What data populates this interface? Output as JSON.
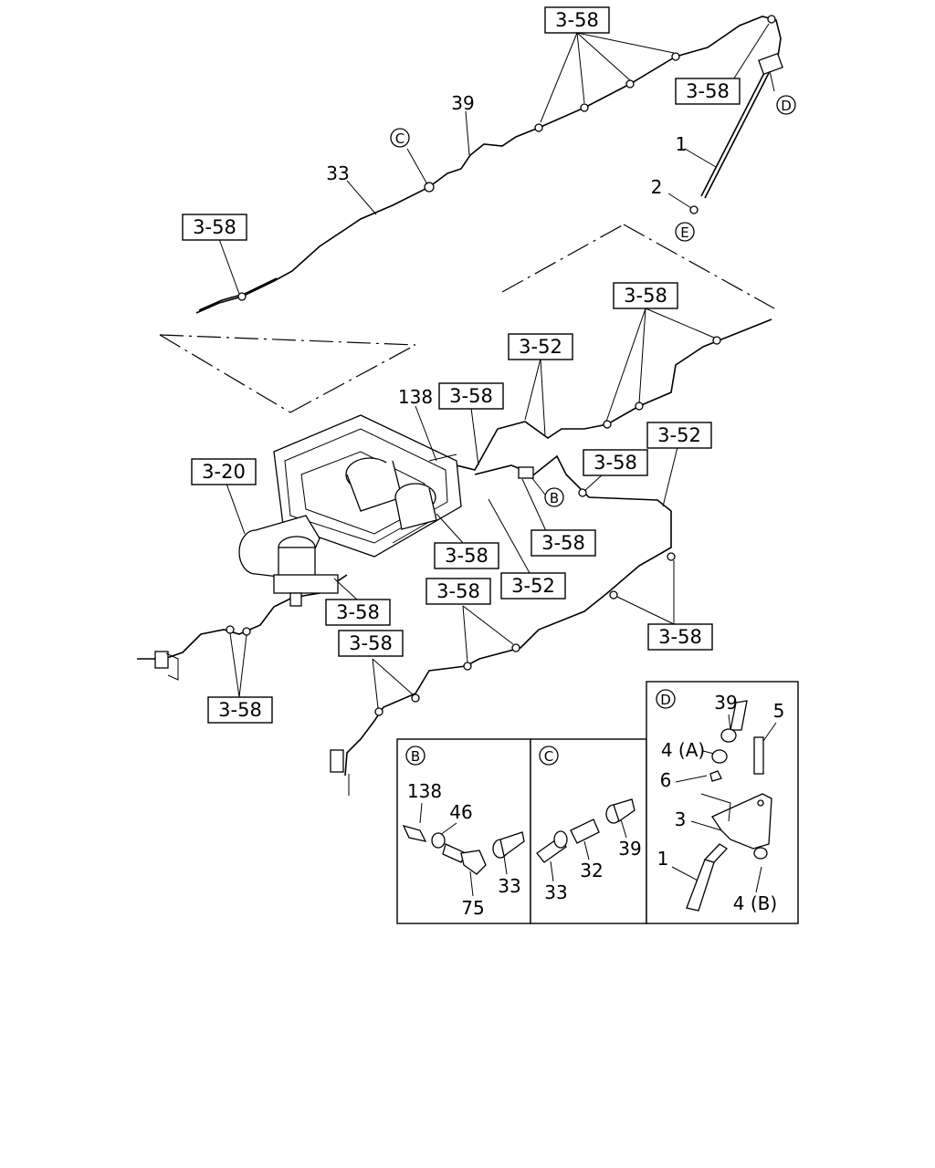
{
  "refs": {
    "r1": "3-58",
    "r2": "3-58",
    "r3": "3-58",
    "r4": "3-58",
    "r5": "3-52",
    "r6": "3-58",
    "r7": "3-20",
    "r8": "3-52",
    "r9": "3-58",
    "r10": "3-58",
    "r11": "3-58",
    "r12": "3-52",
    "r13": "3-58",
    "r14": "3-58",
    "r15": "3-58",
    "r16": "3-58",
    "r17": "3-58"
  },
  "callouts": {
    "n39": "39",
    "n33": "33",
    "n1": "1",
    "n2": "2",
    "n138": "138"
  },
  "markers": {
    "C": "C",
    "D": "D",
    "E": "E",
    "B": "B"
  },
  "detail_B": {
    "marker": "B",
    "labels": {
      "p138": "138",
      "p46": "46",
      "p75": "75",
      "p33": "33"
    }
  },
  "detail_C": {
    "marker": "C",
    "labels": {
      "p33": "33",
      "p32": "32",
      "p39": "39"
    }
  },
  "detail_D": {
    "marker": "D",
    "labels": {
      "p39": "39",
      "p5": "5",
      "p4A": "4 (A)",
      "p6": "6",
      "p3": "3",
      "p1": "1",
      "p4B": "4 (B)"
    }
  }
}
